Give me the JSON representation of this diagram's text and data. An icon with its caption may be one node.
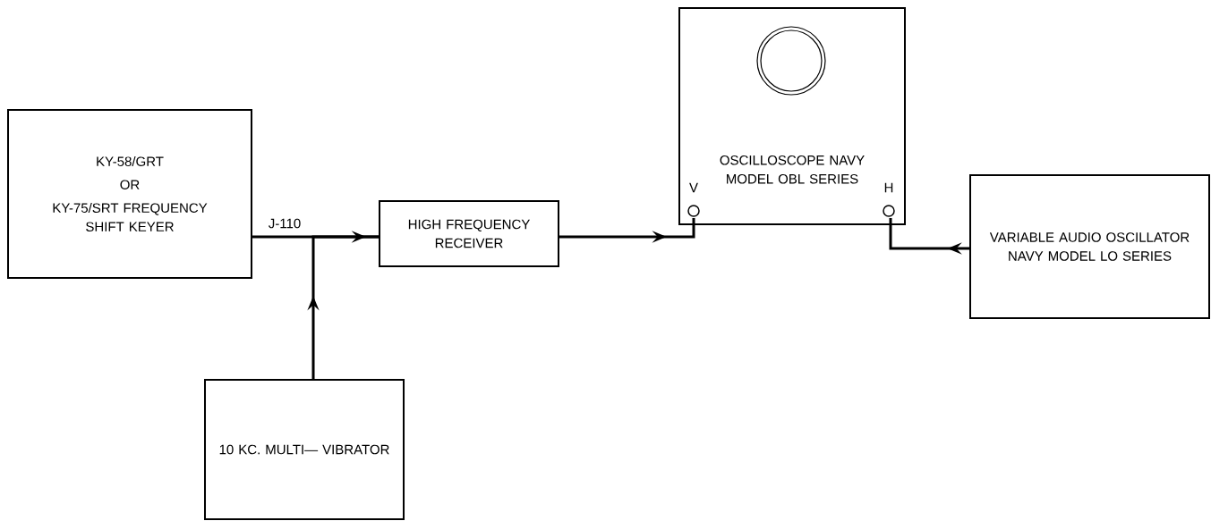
{
  "diagram": {
    "nodes": [
      {
        "text": [
          "KY-58/GRT",
          "OR",
          "KY-75/SRT FREQUENCY SHIFT KEYER"
        ]
      },
      {
        "text": [
          "HIGH FREQUENCY RECEIVER"
        ]
      },
      {
        "text": [
          "10 KC. MULTI— VIBRATOR"
        ]
      },
      {
        "text": [
          "OSCILLOSCOPE NAVY MODEL OBL SERIES"
        ]
      },
      {
        "text": [
          "VARIABLE AUDIO OSCILLATOR NAVY MODEL LO SERIES"
        ]
      }
    ],
    "edges": [
      {
        "from": 0,
        "to": 1,
        "arrow": "to",
        "label": "J-110"
      },
      {
        "from": 2,
        "to": 1,
        "arrow": "to"
      },
      {
        "from": 1,
        "to": 3,
        "arrow": "to"
      },
      {
        "from": 4,
        "to": 3,
        "arrow": "to"
      }
    ],
    "labels": [
      "V",
      "H"
    ]
  }
}
